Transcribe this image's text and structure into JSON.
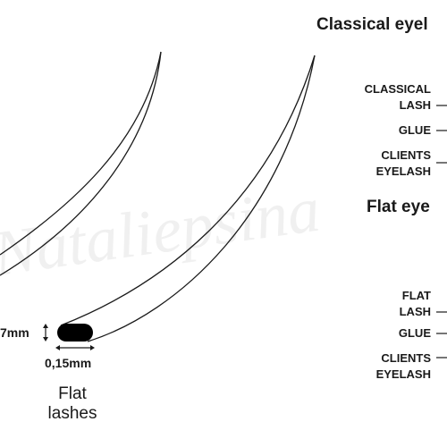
{
  "watermark": "Nataliepsina",
  "classical": {
    "heading": "Classical eyel",
    "labels": {
      "lash_1": "CLASSICAL",
      "lash_2": "LASH",
      "glue": "GLUE",
      "clients_1": "CLIENTS",
      "clients_2": "EYELASH"
    }
  },
  "flat": {
    "heading": "Flat eye",
    "labels": {
      "lash_1": "FLAT",
      "lash_2": "LASH",
      "glue": "GLUE",
      "clients_1": "CLIENTS",
      "clients_2": "EYELASH"
    },
    "thickness_label": "7mm",
    "width_label": "0,15mm",
    "caption_1": "Flat",
    "caption_2": "lashes"
  },
  "colors": {
    "line": "#1a1a1a",
    "lash_fill": "#000000",
    "watermark": "#f0f0f0"
  }
}
